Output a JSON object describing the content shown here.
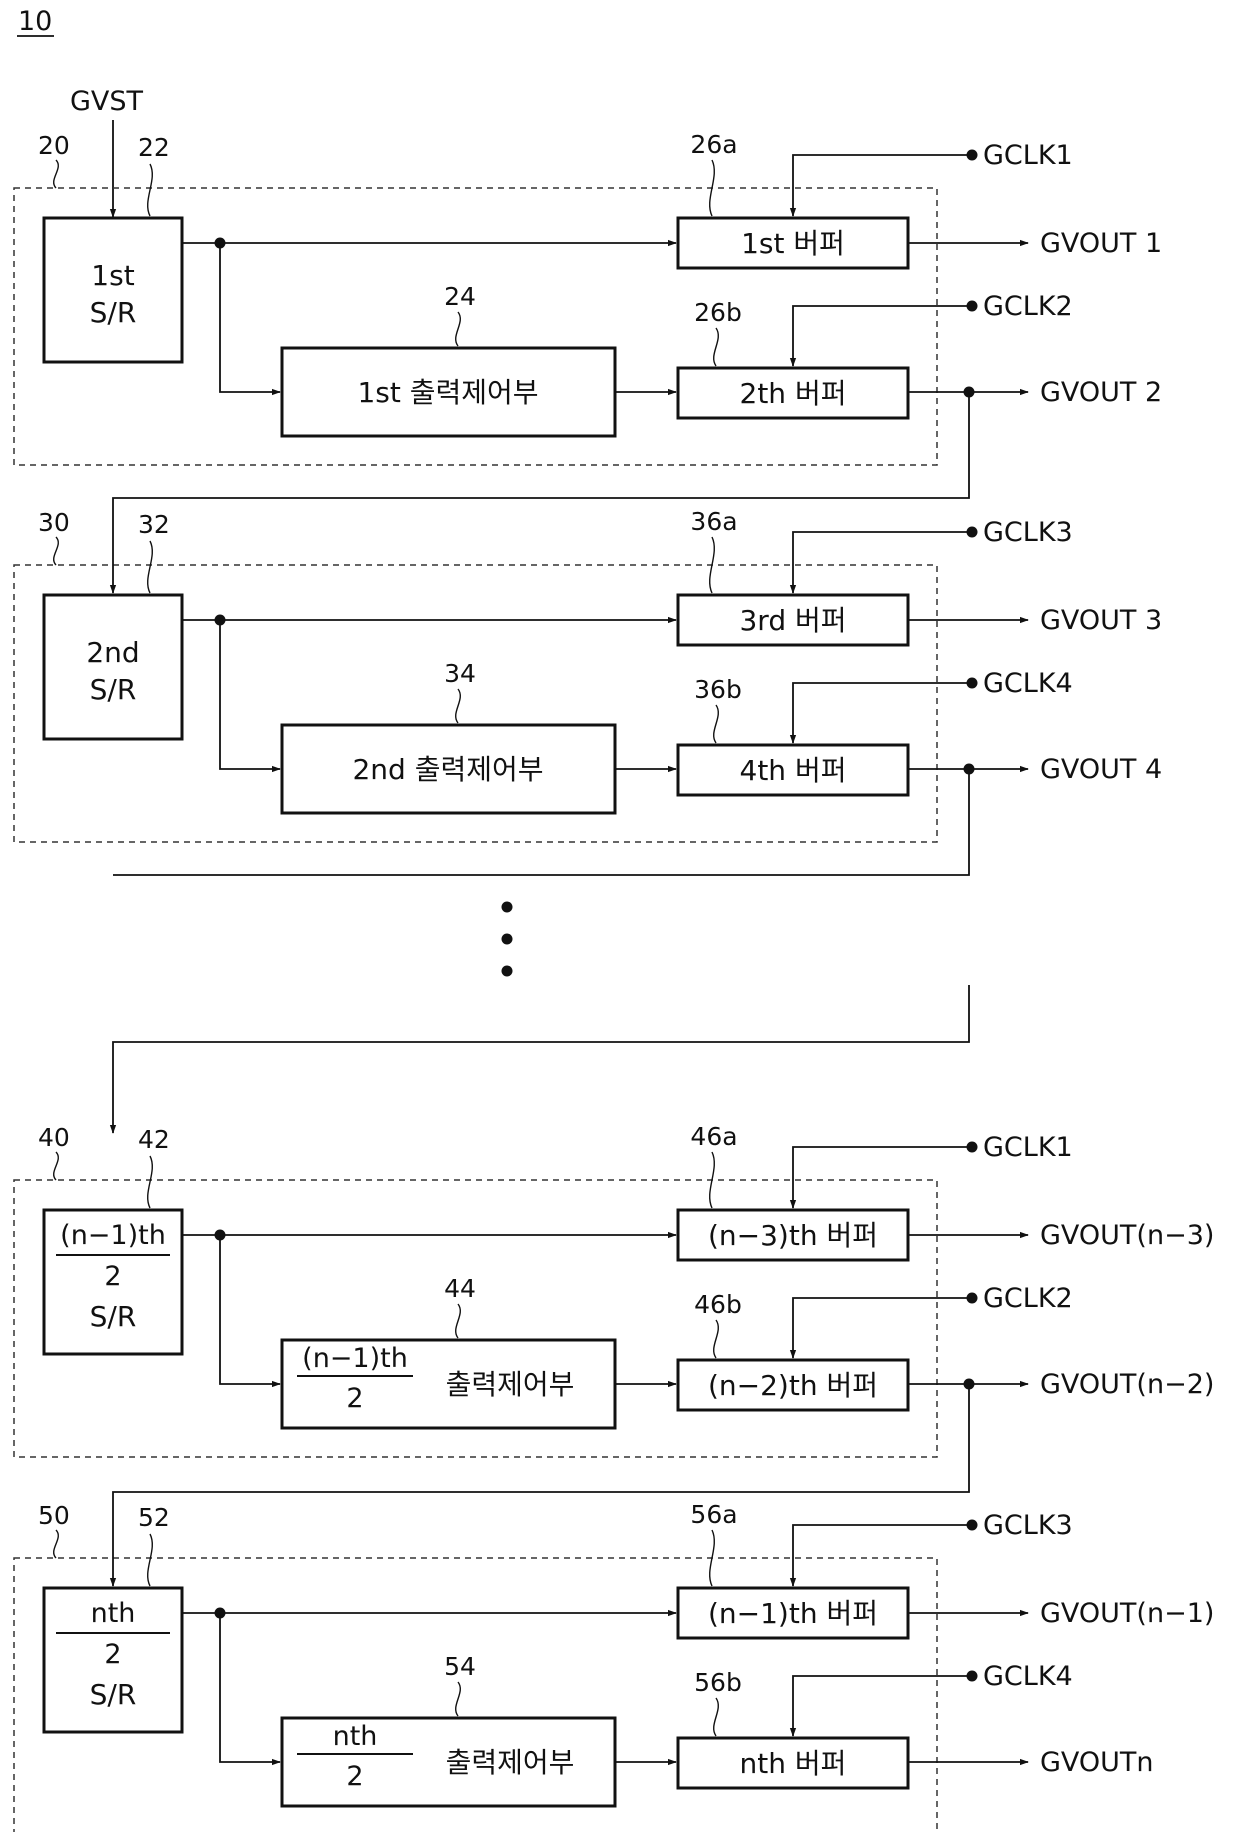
{
  "figure_ref": "10",
  "input_signal": "GVST",
  "groups": [
    {
      "group_ref": "20",
      "sr_ref": "22",
      "ctrl_ref": "24",
      "buf_a_ref": "26a",
      "buf_b_ref": "26b",
      "sr_label": {
        "plain": [
          "1st",
          "S/R"
        ]
      },
      "ctrl_label": {
        "plain": "1st 출력제어부"
      },
      "buf_a_label": "1st 버퍼",
      "buf_b_label": "2th 버퍼",
      "clk_a": "GCLK1",
      "clk_b": "GCLK2",
      "out_a": "GVOUT 1",
      "out_b": "GVOUT 2"
    },
    {
      "group_ref": "30",
      "sr_ref": "32",
      "ctrl_ref": "34",
      "buf_a_ref": "36a",
      "buf_b_ref": "36b",
      "sr_label": {
        "plain": [
          "2nd",
          "S/R"
        ]
      },
      "ctrl_label": {
        "plain": "2nd 출력제어부"
      },
      "buf_a_label": "3rd 버퍼",
      "buf_b_label": "4th 버퍼",
      "clk_a": "GCLK3",
      "clk_b": "GCLK4",
      "out_a": "GVOUT 3",
      "out_b": "GVOUT 4"
    },
    {
      "group_ref": "40",
      "sr_ref": "42",
      "ctrl_ref": "44",
      "buf_a_ref": "46a",
      "buf_b_ref": "46b",
      "sr_label": {
        "num": "(n−1)th",
        "den": "2",
        "suffix": "S/R"
      },
      "ctrl_label": {
        "num": "(n−1)th",
        "den": "2",
        "suffix": "출력제어부"
      },
      "buf_a_label": "(n−3)th 버퍼",
      "buf_b_label": "(n−2)th 버퍼",
      "clk_a": "GCLK1",
      "clk_b": "GCLK2",
      "out_a": "GVOUT(n−3)",
      "out_b": "GVOUT(n−2)"
    },
    {
      "group_ref": "50",
      "sr_ref": "52",
      "ctrl_ref": "54",
      "buf_a_ref": "56a",
      "buf_b_ref": "56b",
      "sr_label": {
        "num": "nth",
        "den": "2",
        "suffix": "S/R"
      },
      "ctrl_label": {
        "num": "nth",
        "den": "2",
        "suffix": "출력제어부"
      },
      "buf_a_label": "(n−1)th 버퍼",
      "buf_b_label": "nth 버퍼",
      "clk_a": "GCLK3",
      "clk_b": "GCLK4",
      "out_a": "GVOUT(n−1)",
      "out_b": "GVOUTn"
    }
  ]
}
